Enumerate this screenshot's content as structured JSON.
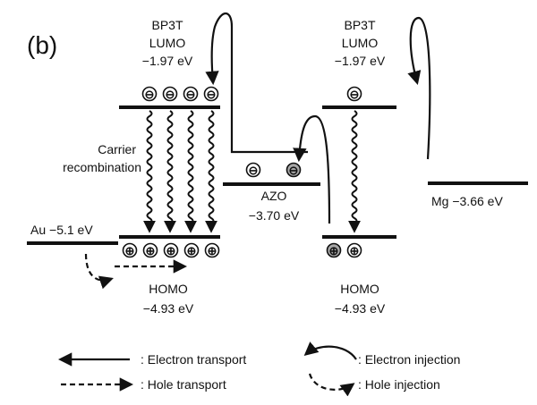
{
  "panel_label": "(b)",
  "left_lumo": {
    "name": "BP3T",
    "kind": "LUMO",
    "energy": "−1.97 eV"
  },
  "right_lumo": {
    "name": "BP3T",
    "kind": "LUMO",
    "energy": "−1.97 eV"
  },
  "left_homo": {
    "kind": "HOMO",
    "energy": "−4.93 eV"
  },
  "right_homo": {
    "kind": "HOMO",
    "energy": "−4.93 eV"
  },
  "azo": {
    "name": "AZO",
    "energy": "−3.70 eV"
  },
  "au": {
    "label": "Au −5.1 eV"
  },
  "mg": {
    "label": "Mg −3.66 eV"
  },
  "recombination": {
    "line1": "Carrier",
    "line2": "recombination"
  },
  "charge_symbols": {
    "electron": "⊖",
    "hole": "⊕"
  },
  "legend": {
    "electron_transport": ": Electron transport",
    "hole_transport": ": Hole transport",
    "electron_injection": ": Electron injection",
    "hole_injection": ": Hole injection"
  },
  "colors": {
    "ink": "#111111",
    "charge_fill_shaded": "#a8a8a8",
    "background": "#ffffff"
  }
}
